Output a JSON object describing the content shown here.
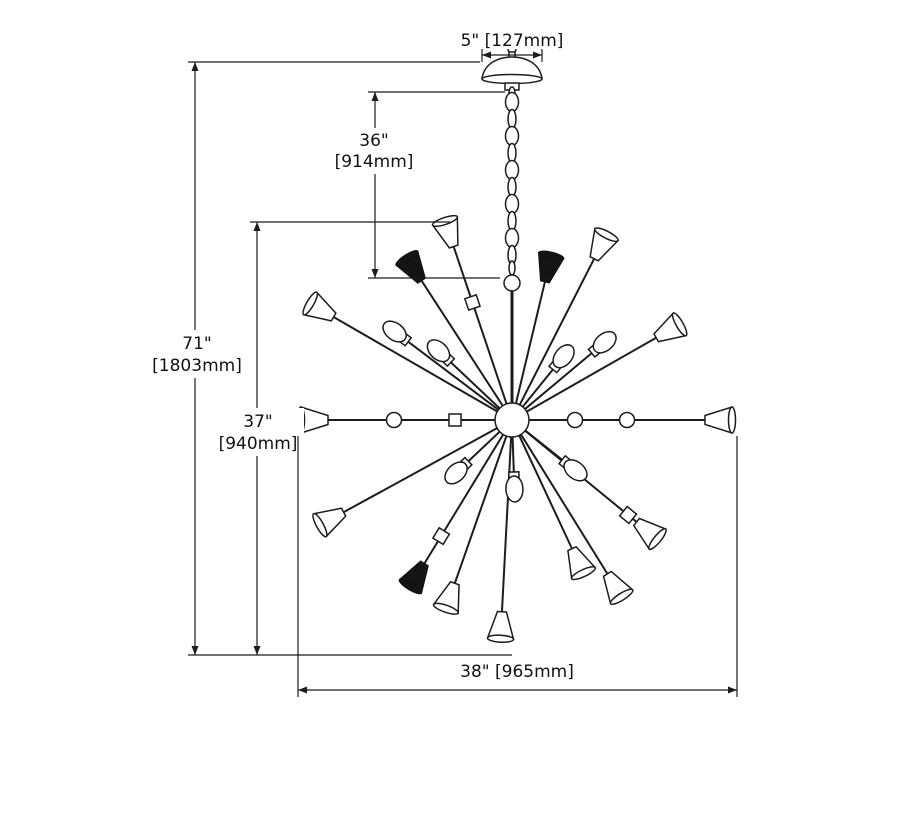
{
  "colors": {
    "line": "#1c1c1c",
    "background": "#ffffff"
  },
  "diagram": {
    "kind": "dimension-drawing",
    "dims": {
      "canopy_width": "5\" [127mm]",
      "chain_in": "36\"",
      "chain_mm": "[914mm]",
      "overall_in": "71\"",
      "overall_mm": "[1803mm]",
      "body_in": "37\"",
      "body_mm": "[940mm]",
      "width_label": "38\" [965mm]"
    }
  }
}
